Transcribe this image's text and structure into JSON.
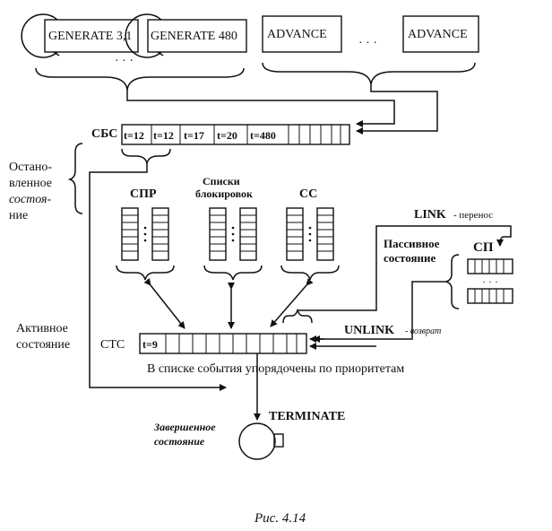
{
  "generate": {
    "first": "GENERATE 3,1",
    "second": "GENERATE 480",
    "dots": "· · ·"
  },
  "advance": {
    "first": "ADVANCE",
    "second": "ADVANCE",
    "dots": "· · ·"
  },
  "sbs": {
    "label": "СБС",
    "cells": [
      "t=12",
      "t=12",
      "t=17",
      "t=20",
      "t=480"
    ]
  },
  "stopped_state": {
    "line1": "Остано-",
    "line2": "вленное",
    "line3": "состоя-",
    "line4": "ние"
  },
  "lists": {
    "spr": "СПР",
    "block_line1": "Списки",
    "block_line2": "блокировок",
    "ss": "СС"
  },
  "link": {
    "label": "LINK",
    "note": "- перенос"
  },
  "passive": {
    "line1": "Пассивное",
    "line2": "состояние",
    "sp": "СП",
    "dots": "· · ·"
  },
  "active": {
    "line1": "Активное",
    "line2": "состояние"
  },
  "unlink": {
    "label": "UNLINK",
    "note": "- возврат"
  },
  "sts": {
    "label": "СТС",
    "first_cell": "t=9"
  },
  "priority_note": "В списке события упорядочены по приоритетам",
  "completed": {
    "line1": "Завершенное",
    "line2": "состояние"
  },
  "terminate": "TERMINATE",
  "caption": "Рис. 4.14"
}
